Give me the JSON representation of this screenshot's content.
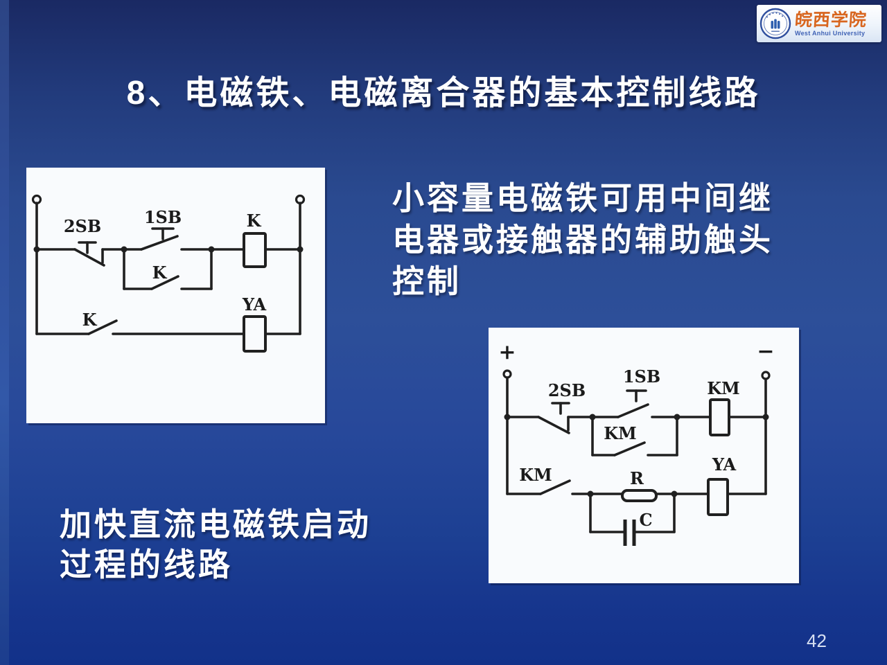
{
  "slide": {
    "title": "8、电磁铁、电磁离合器的基本控制线路",
    "page_number": "42"
  },
  "logo": {
    "university_cn": "皖西学院",
    "university_en": "West Anhui University",
    "cn_color": "#d8661f",
    "en_color": "#3f62b5"
  },
  "annotations": {
    "relay_note": {
      "lines": [
        "小容量电磁铁可用中间继",
        "电器或接触器的辅助触头",
        "控制"
      ]
    },
    "startup_note": {
      "lines": [
        "加快直流电磁铁启动",
        "过程的线路"
      ]
    }
  },
  "left_circuit": {
    "labels": {
      "stop_button": "2SB",
      "start_button": "1SB",
      "relay_coil": "K",
      "holding_contact": "K",
      "output_contact": "K",
      "solenoid_coil": "YA"
    }
  },
  "right_circuit": {
    "labels": {
      "plus_terminal": "+",
      "minus_terminal": "−",
      "stop_button": "2SB",
      "start_button": "1SB",
      "contactor_coil": "KM",
      "holding_contact": "KM",
      "output_contact": "KM",
      "resistor": "R",
      "capacitor": "C",
      "solenoid_coil": "YA"
    }
  },
  "colors": {
    "background_top": "#1a2963",
    "background_middle": "#2d4f99",
    "background_bottom": "#123189",
    "panel": "#f9fbfd",
    "ink": "#202020",
    "text": "#ffffff"
  }
}
